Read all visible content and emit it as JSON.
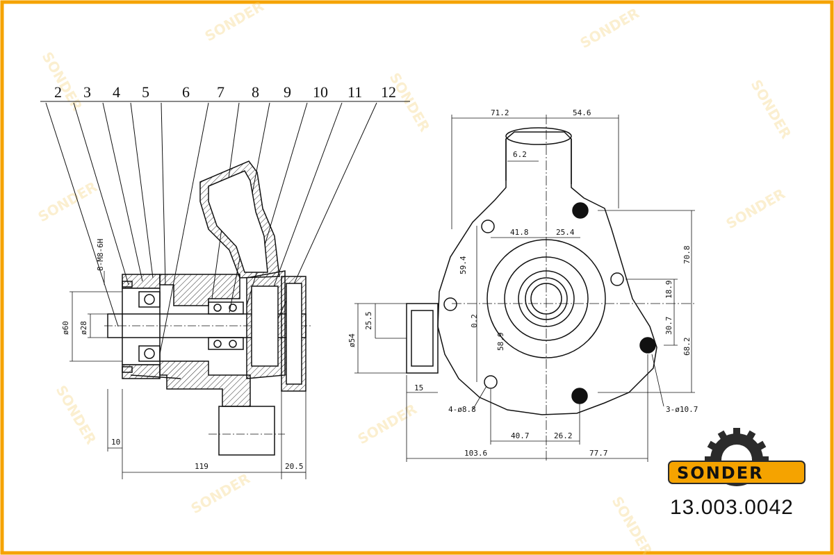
{
  "frame": {
    "border_color": "#f5a300"
  },
  "watermark": {
    "text": "SONDER",
    "color": "#f6d27a"
  },
  "logo": {
    "text": "SONDER",
    "fill": "#f5a300",
    "gear_color": "#2b2b2b"
  },
  "part_number": "13.003.0042",
  "part_labels": [
    "2",
    "3",
    "4",
    "5",
    "6",
    "7",
    "8",
    "9",
    "10",
    "11",
    "12"
  ],
  "side_view": {
    "dims": {
      "thread": "8-M8-6H",
      "d60": "ø60",
      "d28": "ø28",
      "len10": "10",
      "len119": "119",
      "len20_5": "20.5"
    }
  },
  "front_view": {
    "dims": {
      "top_left": "71.2",
      "top_right": "54.6",
      "outlet": "6.2",
      "d41_8": "41.8",
      "d25_4": "25.4",
      "d59_4": "59.4",
      "d70_8": "70.8",
      "d18_9": "18.9",
      "d25_5": "25.5",
      "d0_2": "0.2",
      "d54": "ø54",
      "d58_9": "58.9",
      "d30_7": "30.7",
      "d68_2": "68.2",
      "d15": "15",
      "holes4": "4-ø8.8",
      "holes3": "3-ø10.7",
      "d40_7": "40.7",
      "d26_2": "26.2",
      "d103_6": "103.6",
      "d77_7": "77.7"
    }
  }
}
